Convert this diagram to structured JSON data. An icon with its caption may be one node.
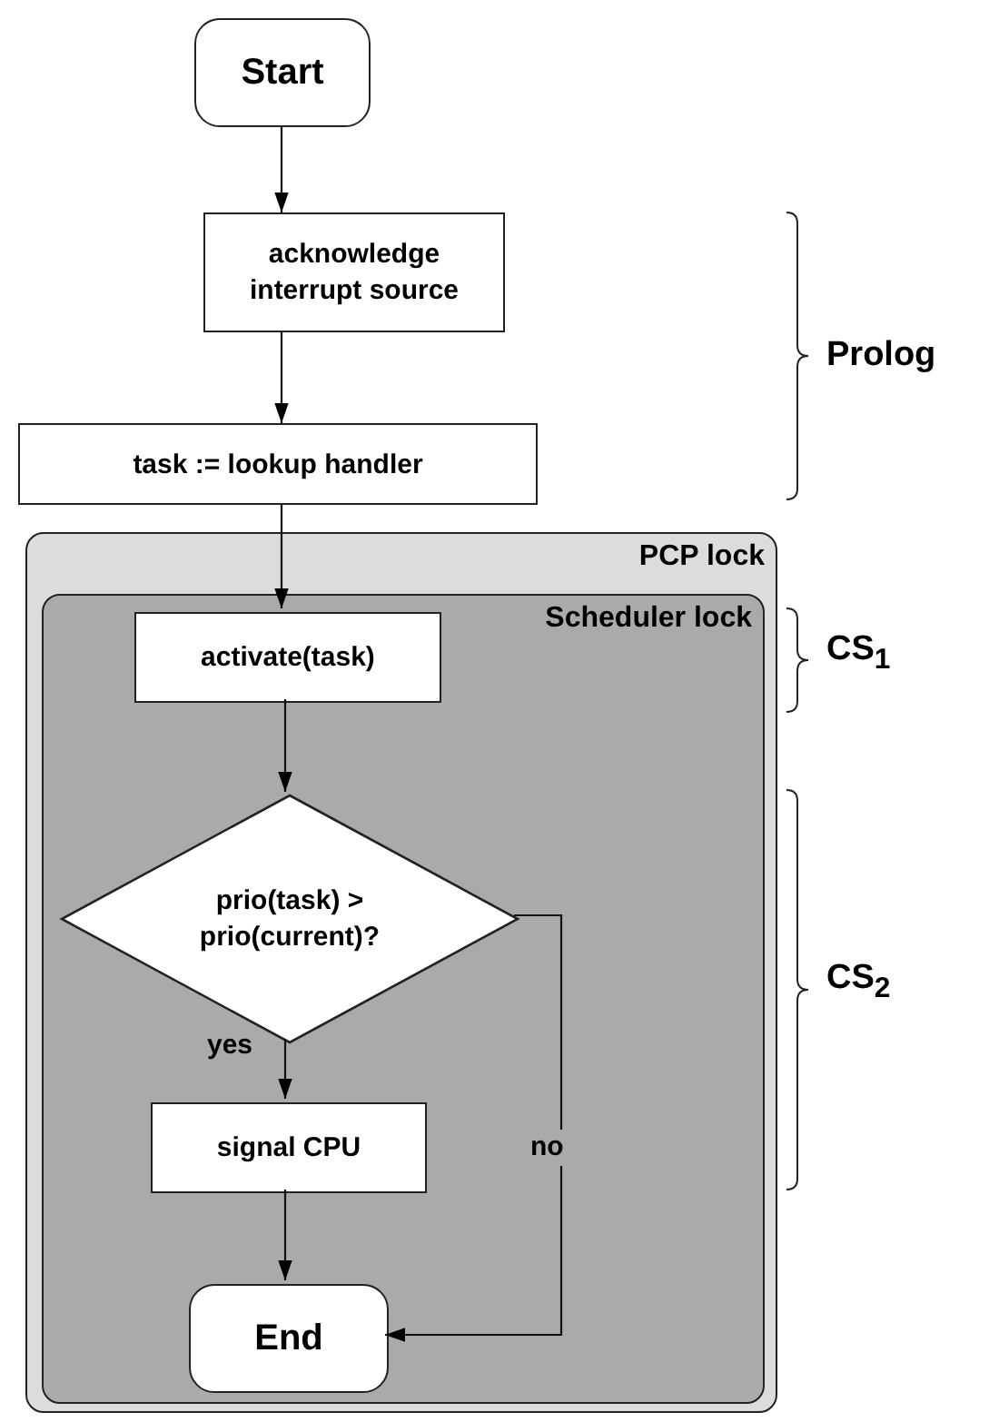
{
  "diagram": {
    "nodes": [
      {
        "text": [
          "Start"
        ]
      },
      {
        "text": [
          "acknowledge interrupt source"
        ]
      },
      {
        "text": [
          "task := lookup handler"
        ]
      },
      {
        "text": [
          "PCP lock"
        ]
      },
      {
        "text": [
          "Scheduler lock"
        ],
        "in": 3
      },
      {
        "text": [
          "activate(task)"
        ],
        "in": 4
      },
      {
        "text": [
          "prio(task) > prio(current)?"
        ],
        "in": 4
      },
      {
        "text": [
          "signal CPU"
        ],
        "in": 4
      },
      {
        "text": [
          "End"
        ],
        "in": 4
      }
    ],
    "edges": [
      {
        "from": 0,
        "to": 1,
        "arrow": "to"
      },
      {
        "from": 1,
        "to": 2,
        "arrow": "to"
      },
      {
        "from": 2,
        "to": 5,
        "arrow": "to"
      },
      {
        "from": 5,
        "to": 6,
        "arrow": "to"
      },
      {
        "from": 6,
        "to": 7,
        "label": "yes",
        "arrow": "to"
      },
      {
        "from": 7,
        "to": 8,
        "arrow": "to"
      },
      {
        "from": 6,
        "to": 8,
        "label": "no",
        "arrow": "to"
      }
    ],
    "labels": [
      "Prolog",
      "CS$_{1}$",
      "CS$_{2}$"
    ]
  }
}
